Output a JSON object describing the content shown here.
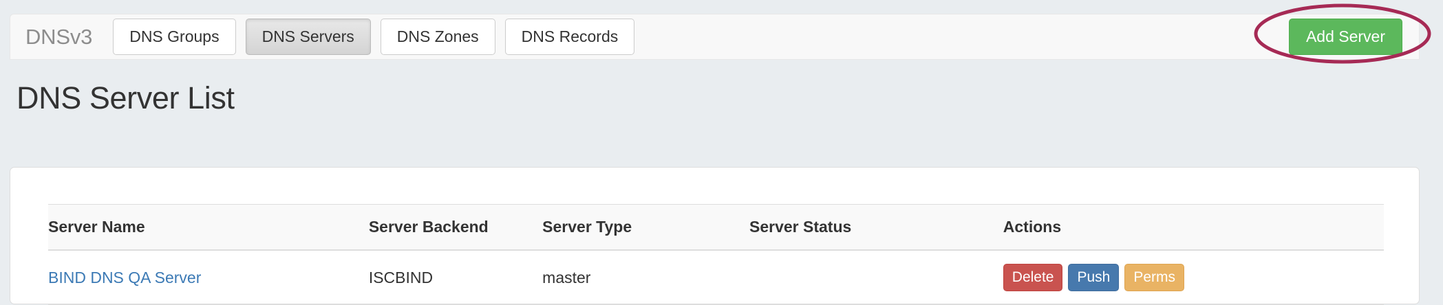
{
  "navbar": {
    "brand": "DNSv3",
    "tabs": [
      {
        "label": "DNS Groups",
        "active": false
      },
      {
        "label": "DNS Servers",
        "active": true
      },
      {
        "label": "DNS Zones",
        "active": false
      },
      {
        "label": "DNS Records",
        "active": false
      }
    ],
    "add_server_label": "Add Server",
    "add_server_color": "#5cb85c"
  },
  "annotation": {
    "shape": "ellipse-highlight",
    "color": "#a62a55",
    "target": "Add Server"
  },
  "page": {
    "title": "DNS Server List",
    "background_color": "#e9edf0"
  },
  "table": {
    "columns": [
      "Server Name",
      "Server Backend",
      "Server Type",
      "Server Status",
      "Actions"
    ],
    "rows": [
      {
        "server_name": "BIND DNS QA Server",
        "server_backend": "ISCBIND",
        "server_type": "master",
        "server_status": "",
        "actions": [
          {
            "label": "Delete",
            "style": "danger",
            "color": "#c9534f"
          },
          {
            "label": "Push",
            "style": "primary",
            "color": "#4779ad"
          },
          {
            "label": "Perms",
            "style": "warning",
            "color": "#e9b364"
          }
        ]
      }
    ]
  }
}
